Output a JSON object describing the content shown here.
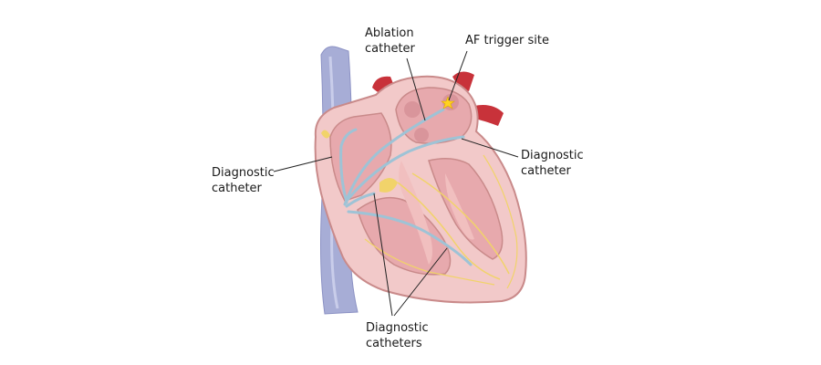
{
  "labels": {
    "ablation_catheter": "Ablation\ncatheter",
    "af_trigger_site": "AF trigger site",
    "diagnostic_catheter_right": "Diagnostic\ncatheter",
    "diagnostic_catheter_left": "Diagnostic\ncatheter",
    "diagnostic_catheters_bottom": "Diagnostic\ncatheters"
  },
  "colors": {
    "background": "#ffffff",
    "vein_blue": "#a7add6",
    "heart_outer": "#f2c9c9",
    "heart_outline": "#c98a8a",
    "chamber_pink": "#e7a9ad",
    "muscle_pink": "#f1bfbf",
    "vessel_red": "#c8323a",
    "catheter_blue": "#9ec3d6",
    "conduction_yellow": "#f1d36a",
    "trigger_star": "#ffd21f",
    "leader_line": "#222222"
  },
  "icons": [
    "heart-cross-section-illustration",
    "af-trigger-star-icon"
  ]
}
